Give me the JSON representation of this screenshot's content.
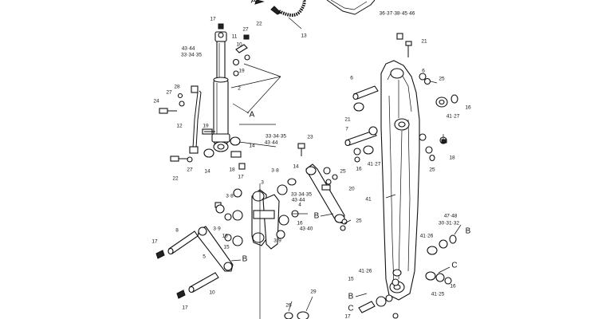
{
  "callouts": {
    "c_13": "13",
    "c_36_46": "36·37·38·45·46",
    "c_17a": "17",
    "c_27a": "27",
    "c_22a": "22",
    "c_11": "11",
    "c_10": "10",
    "c_19a": "19",
    "c_4344a": "43·44",
    "c_333435a": "33·34·35",
    "c_2": "2",
    "c_21a": "21",
    "c_6": "6",
    "c_25a": "25",
    "c_16a": "16",
    "c_4127a": "41·27",
    "c_24": "24",
    "c_27b": "27",
    "c_28": "28",
    "c_12": "12",
    "c_19b": "19",
    "c_14a": "14",
    "c_333435b": "33·34·35",
    "c_4344b": "43·44",
    "c_23": "23",
    "c_21b": "21",
    "c_7": "7",
    "c_4127b": "41·27",
    "c_16b": "16",
    "c_25b": "25",
    "c_18a": "18",
    "c_22b": "22",
    "c_27c": "27",
    "c_14b": "14",
    "c_18b": "18",
    "c_17b": "17",
    "c_38": "3·8",
    "c_14c": "14",
    "c_25c": "25",
    "c_20": "20",
    "c_3": "3",
    "c_333435c": "33·34·35",
    "c_4344c": "43·44",
    "c_4": "4",
    "c_41": "41",
    "c_38b": "3·8",
    "c_16c": "16",
    "c_4740": "43·40",
    "c_25d": "25",
    "c_8": "8",
    "c_39a": "3·9",
    "c_4748": "47·48",
    "c_303132": "30·31·32",
    "c_17c": "17",
    "c_16d": "16",
    "c_15a": "15",
    "c_39b": "3·9",
    "c_4126a": "41·26",
    "c_4126b": "41·26",
    "c_5": "5",
    "c_15b": "15",
    "c_16e": "16",
    "c_4125": "41·25",
    "c_10b": "10",
    "c_29": "29",
    "c_26": "26",
    "c_17d": "17",
    "c_17e": "17"
  },
  "markers": {
    "A": "A",
    "A_top": "A",
    "B": "B",
    "C": "C"
  }
}
